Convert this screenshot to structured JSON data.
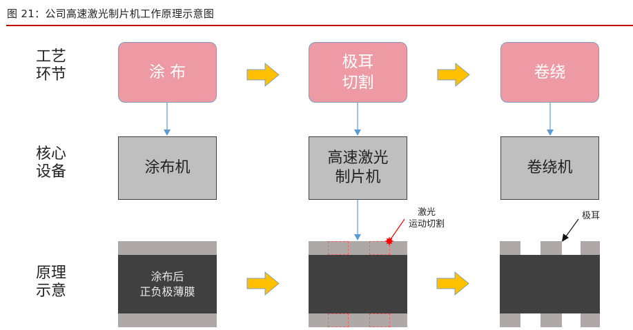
{
  "figure": {
    "title": "图 21：公司高速激光制片机工作原理示意图",
    "accent_color": "#c00000"
  },
  "row_labels": [
    {
      "line1": "工艺",
      "line2": "环节"
    },
    {
      "line1": "核心",
      "line2": "设备"
    },
    {
      "line1": "原理",
      "line2": "示意"
    }
  ],
  "process_steps": [
    {
      "line1": "涂 布",
      "line2": ""
    },
    {
      "line1": "极耳",
      "line2": "切割"
    },
    {
      "line1": "卷绕",
      "line2": ""
    }
  ],
  "equipment": [
    {
      "line1": "涂布机",
      "line2": ""
    },
    {
      "line1": "高速激光",
      "line2": "制片机"
    },
    {
      "line1": "卷绕机",
      "line2": ""
    }
  ],
  "schematic": {
    "film_label_line1": "涂布后",
    "film_label_line2": "正负极薄膜",
    "laser_note_line1": "激光",
    "laser_note_line2": "运动切割",
    "tab_note": "极耳"
  },
  "colors": {
    "process_box": "#ee9aa5",
    "equipment_box": "#bfbfbf",
    "flow_arrow": "#ffc000",
    "connector": "#5b9bd5",
    "laser": "#ff0000",
    "film_core": "#404040",
    "film_edge": "#aea8a6"
  }
}
